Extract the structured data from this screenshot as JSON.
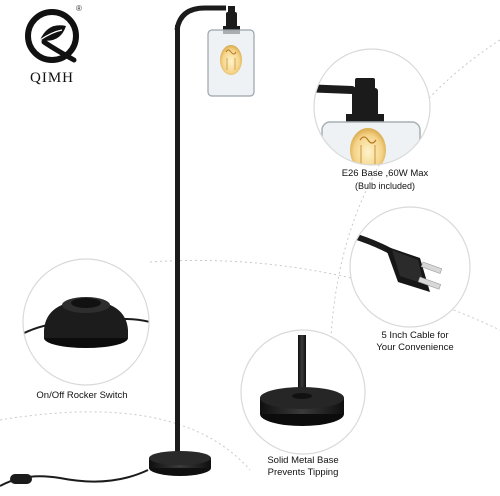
{
  "brand": {
    "name": "QIMH",
    "registered_mark": "®",
    "logo_icon": "qimh-leaf-logo-icon"
  },
  "callouts": {
    "bulb": {
      "line1": "E26 Base ,60W Max",
      "line2": "(Bulb included)",
      "icon": "bulb-socket-icon"
    },
    "cable": {
      "line1": "5 Inch Cable for",
      "line2": "Your Convenience",
      "icon": "plug-icon"
    },
    "switch": {
      "line1": "On/Off Rocker Switch",
      "icon": "rocker-switch-icon"
    },
    "base": {
      "line1": "Solid Metal Base",
      "line2": "Prevents Tipping",
      "icon": "metal-base-icon"
    }
  },
  "colors": {
    "lamp_metal": "#1b1b1b",
    "glass": "#dfe6ea",
    "bulb_glow": "#f2c46a",
    "circle_border": "#d9d9d9",
    "dotted_arc": "#c9c9c9"
  }
}
